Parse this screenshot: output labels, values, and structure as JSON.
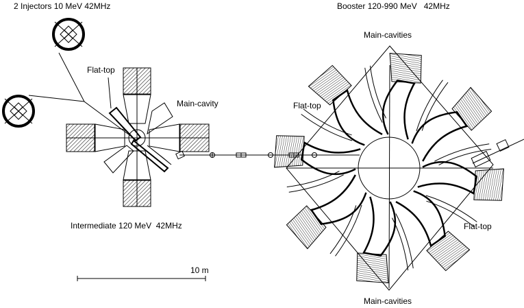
{
  "labels": {
    "injectors": "2 Injectors 10 MeV 42MHz",
    "intermediate_flattop": "Flat-top",
    "intermediate_maincavity": "Main-cavity",
    "intermediate": "Intermediate 120 MeV  42MHz",
    "booster": "Booster 120-990 MeV   42MHz",
    "booster_maincavities_top": "Main-cavities",
    "booster_flattop_left": "Flat-top",
    "booster_flattop_right": "Flat-top",
    "booster_maincavities_bottom": "Main-cavities",
    "scale": "10 m"
  },
  "colors": {
    "ink": "#000000",
    "background": "#ffffff"
  }
}
